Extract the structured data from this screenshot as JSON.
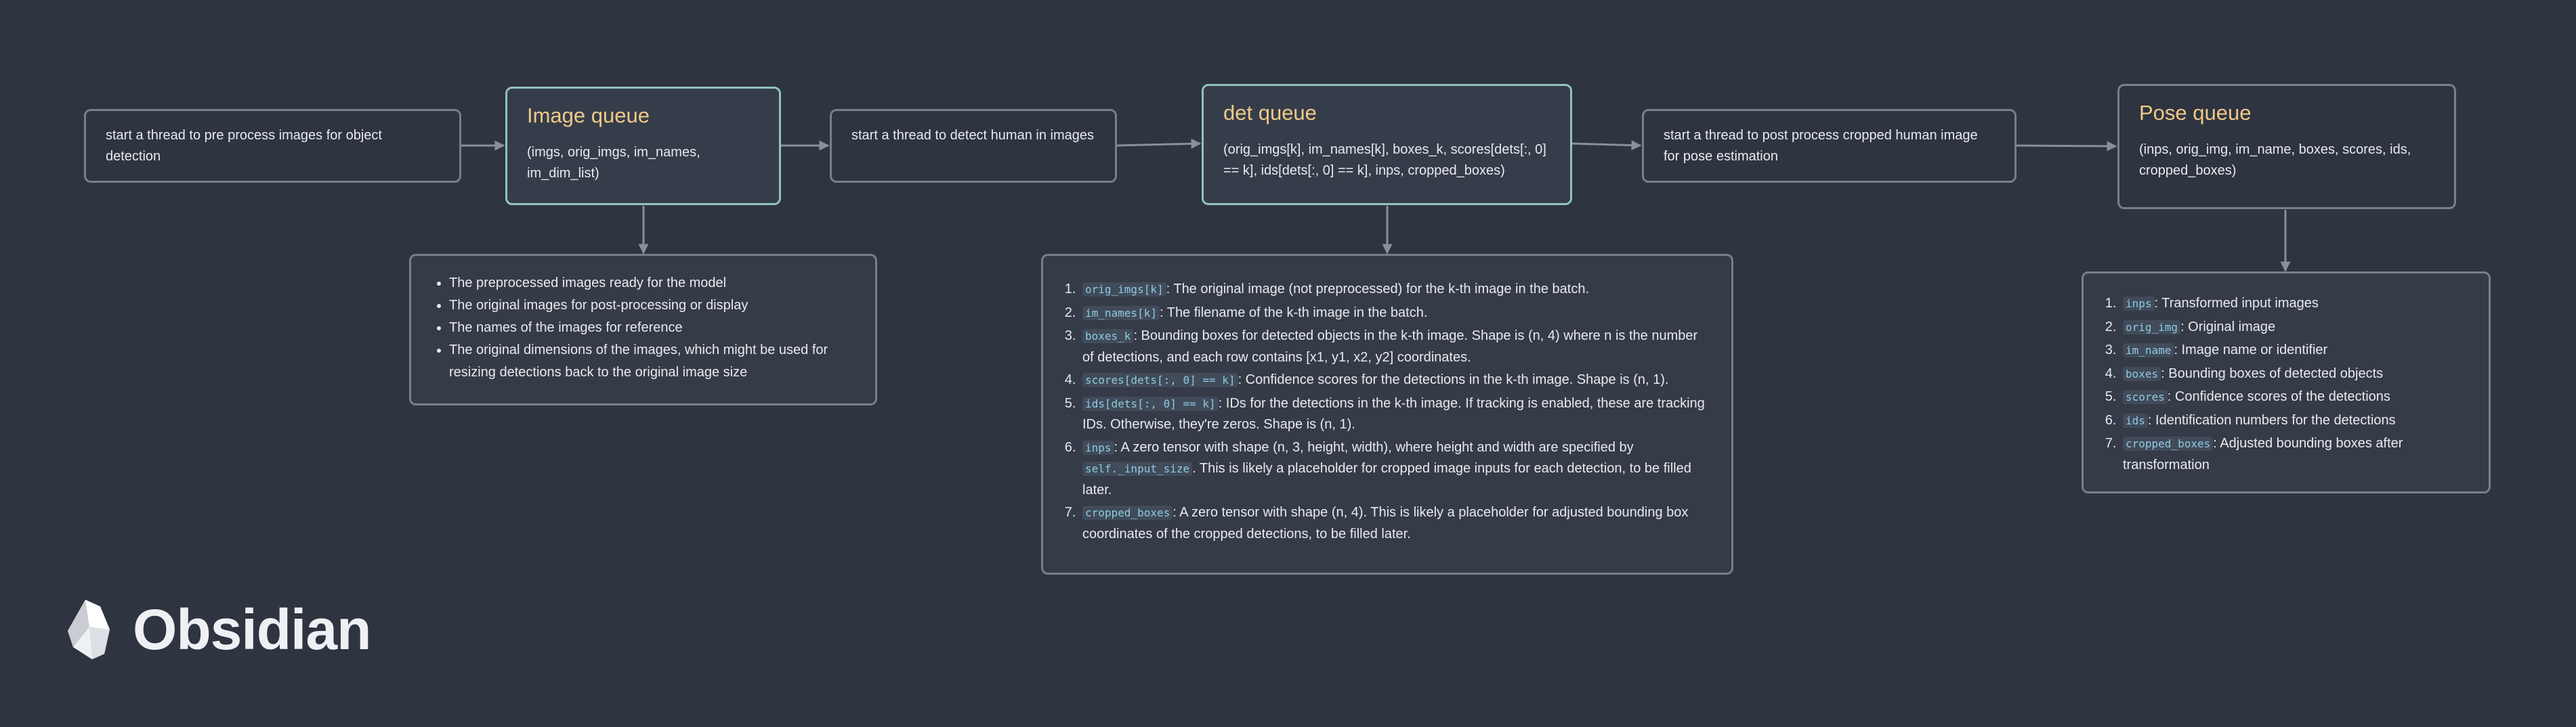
{
  "steps": {
    "pre": "start a thread to pre process images for object detection",
    "detect": "start a thread to detect human in images",
    "post": "start a thread to post process cropped human image for pose estimation"
  },
  "image_queue": {
    "title": "Image queue",
    "contents": "(imgs, orig_imgs, im_names, im_dim_list)",
    "notes": [
      "The preprocessed images ready for the model",
      "The original images for post-processing or display",
      "The names of the images for reference",
      "The original dimensions of the images, which might be used for resizing detections back to the original image size"
    ]
  },
  "det_queue": {
    "title": "det queue",
    "contents": "(orig_imgs[k], im_names[k], boxes_k, scores[dets[:, 0] == k], ids[dets[:, 0] == k], inps, cropped_boxes)",
    "notes": [
      {
        "code": "orig_imgs[k]",
        "text": ": The original image (not preprocessed) for the k-th image in the batch."
      },
      {
        "code": "im_names[k]",
        "text": ": The filename of the k-th image in the batch."
      },
      {
        "code": "boxes_k",
        "text": ": Bounding boxes for detected objects in the k-th image. Shape is (n, 4) where n is the number of detections, and each row contains [x1, y1, x2, y2] coordinates."
      },
      {
        "code": "scores[dets[:, 0] == k]",
        "text": ": Confidence scores for the detections in the k-th image. Shape is (n, 1)."
      },
      {
        "code": "ids[dets[:, 0] == k]",
        "text": ": IDs for the detections in the k-th image. If tracking is enabled, these are tracking IDs. Otherwise, they're zeros. Shape is (n, 1)."
      },
      {
        "code": "inps",
        "text": ": A zero tensor with shape (n, 3, height, width), where height and width are specified by ",
        "code2": "self._input_size",
        "text2": ". This is likely a placeholder for cropped image inputs for each detection, to be filled later."
      },
      {
        "code": "cropped_boxes",
        "text": ": A zero tensor with shape (n, 4). This is likely a placeholder for adjusted bounding box coordinates of the cropped detections, to be filled later."
      }
    ]
  },
  "pose_queue": {
    "title": "Pose queue",
    "contents": "(inps, orig_img, im_name, boxes, scores, ids, cropped_boxes)",
    "notes": [
      {
        "code": "inps",
        "text": ": Transformed input images"
      },
      {
        "code": "orig_img",
        "text": ": Original image"
      },
      {
        "code": "im_name",
        "text": ": Image name or identifier"
      },
      {
        "code": "boxes",
        "text": ": Bounding boxes of detected objects"
      },
      {
        "code": "scores",
        "text": ": Confidence scores of the detections"
      },
      {
        "code": "ids",
        "text": ": Identification numbers for the detections"
      },
      {
        "code": "cropped_boxes",
        "text": ": Adjusted bounding boxes after transformation"
      }
    ]
  },
  "brand": {
    "name": "Obsidian",
    "icon": "obsidian-logo-icon"
  },
  "colors": {
    "background": "#2e3440",
    "node_border": "#7a7f89",
    "highlight_border": "#8fc3c1",
    "title": "#f0c987",
    "code": "#8ecbe0",
    "edge": "#8a8f98"
  }
}
